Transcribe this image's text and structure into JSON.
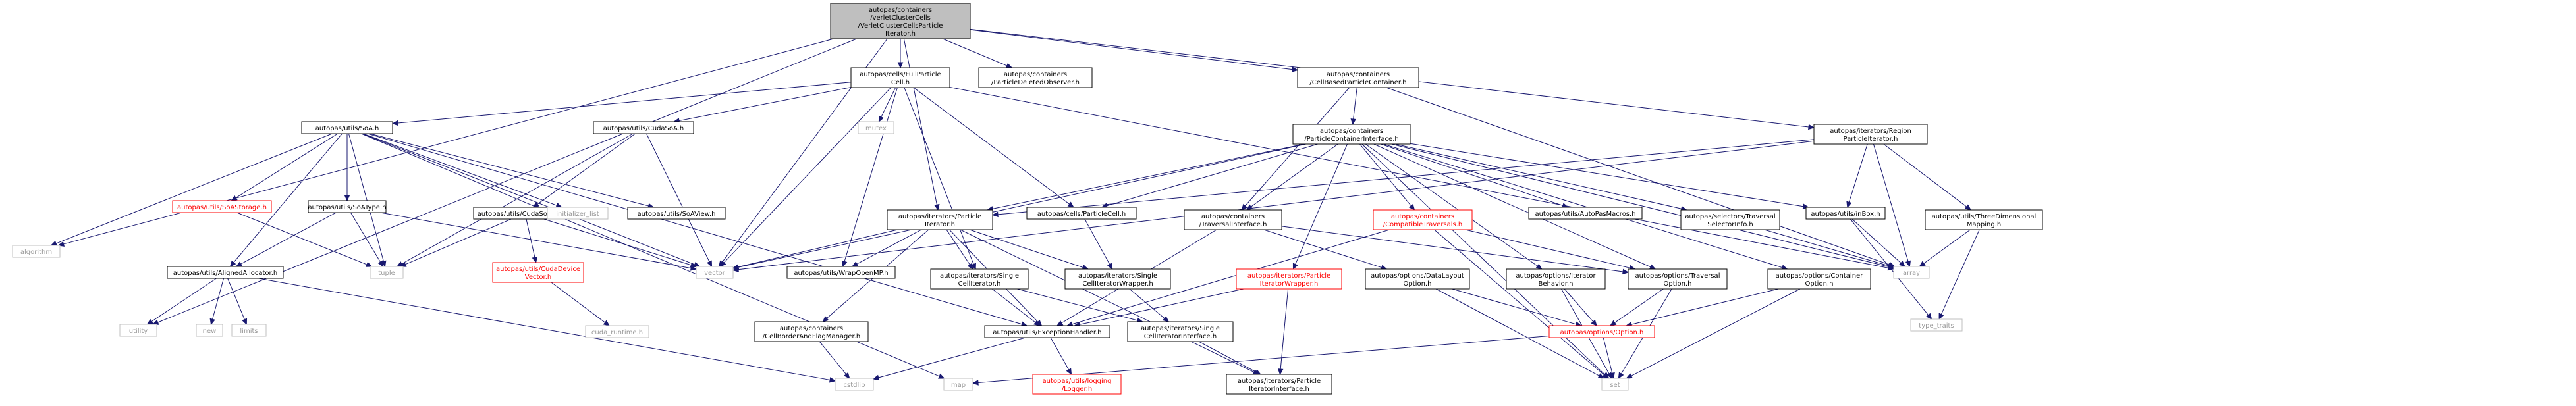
{
  "colors": {
    "edge": "#191970",
    "root_fill": "#bfbfbf",
    "node_fill": "#ffffff",
    "node_stroke": "#000000",
    "undoc_stroke": "#ff0000",
    "undoc_text": "#ff0000",
    "system_stroke": "#bfbfbf",
    "system_text": "#999999"
  },
  "nodes": [
    {
      "id": "root",
      "kind": "root",
      "lines": [
        "autopas/containers",
        "/verletClusterCells",
        "/VerletClusterCellsParticle",
        "Iterator.h"
      ]
    },
    {
      "id": "fullparticlecell",
      "kind": "doc",
      "lines": [
        "autopas/cells/FullParticle",
        "Cell.h"
      ]
    },
    {
      "id": "particledeletedobserver",
      "kind": "doc",
      "lines": [
        "autopas/containers",
        "/ParticleDeletedObserver.h"
      ]
    },
    {
      "id": "cellbased",
      "kind": "doc",
      "lines": [
        "autopas/containers",
        "/CellBasedParticleContainer.h"
      ]
    },
    {
      "id": "soa",
      "kind": "doc",
      "lines": [
        "autopas/utils/SoA.h"
      ]
    },
    {
      "id": "cudasoa",
      "kind": "doc",
      "lines": [
        "autopas/utils/CudaSoA.h"
      ]
    },
    {
      "id": "mutex",
      "kind": "system",
      "lines": [
        "mutex"
      ]
    },
    {
      "id": "pci",
      "kind": "doc",
      "lines": [
        "autopas/containers",
        "/ParticleContainerInterface.h"
      ]
    },
    {
      "id": "region",
      "kind": "doc",
      "lines": [
        "autopas/iterators/Region",
        "ParticleIterator.h"
      ]
    },
    {
      "id": "algorithm",
      "kind": "system",
      "lines": [
        "algorithm"
      ]
    },
    {
      "id": "soastorage",
      "kind": "undoc",
      "lines": [
        "autopas/utils/SoAStorage.h"
      ]
    },
    {
      "id": "soatype",
      "kind": "doc",
      "lines": [
        "autopas/utils/SoAType.h"
      ]
    },
    {
      "id": "cudasoatype",
      "kind": "doc",
      "lines": [
        "autopas/utils/CudaSoAType.h"
      ]
    },
    {
      "id": "init_list",
      "kind": "system",
      "lines": [
        "initializer_list"
      ]
    },
    {
      "id": "soaview",
      "kind": "doc",
      "lines": [
        "autopas/utils/SoAView.h"
      ]
    },
    {
      "id": "particleiterator",
      "kind": "doc",
      "lines": [
        "autopas/iterators/Particle",
        "Iterator.h"
      ]
    },
    {
      "id": "particlecell",
      "kind": "doc",
      "lines": [
        "autopas/cells/ParticleCell.h"
      ]
    },
    {
      "id": "traversalinterface",
      "kind": "doc",
      "lines": [
        "autopas/containers",
        "/TraversalInterface.h"
      ]
    },
    {
      "id": "compatibletraversals",
      "kind": "undoc",
      "lines": [
        "autopas/containers",
        "/CompatibleTraversals.h"
      ]
    },
    {
      "id": "autopasmacros",
      "kind": "doc",
      "lines": [
        "autopas/utils/AutoPasMacros.h"
      ]
    },
    {
      "id": "selectorsinfo",
      "kind": "doc",
      "lines": [
        "autopas/selectors/Traversal",
        "SelectorInfo.h"
      ]
    },
    {
      "id": "inbox",
      "kind": "doc",
      "lines": [
        "autopas/utils/inBox.h"
      ]
    },
    {
      "id": "threedim",
      "kind": "doc",
      "lines": [
        "autopas/utils/ThreeDimensional",
        "Mapping.h"
      ]
    },
    {
      "id": "alignedallocator",
      "kind": "doc",
      "lines": [
        "autopas/utils/AlignedAllocator.h"
      ]
    },
    {
      "id": "tuple",
      "kind": "system",
      "lines": [
        "tuple"
      ]
    },
    {
      "id": "vector",
      "kind": "system",
      "lines": [
        "vector"
      ]
    },
    {
      "id": "cudadevicevector",
      "kind": "undoc",
      "lines": [
        "autopas/utils/CudaDevice",
        "Vector.h"
      ]
    },
    {
      "id": "wrapopenmp",
      "kind": "doc",
      "lines": [
        "autopas/utils/WrapOpenMP.h"
      ]
    },
    {
      "id": "singlecelliterator",
      "kind": "doc",
      "lines": [
        "autopas/iterators/Single",
        "CellIterator.h"
      ]
    },
    {
      "id": "singlecelliteratorwrapper",
      "kind": "doc",
      "lines": [
        "autopas/iterators/Single",
        "CellIteratorWrapper.h"
      ]
    },
    {
      "id": "particleiteratorwrapper",
      "kind": "undoc",
      "lines": [
        "autopas/iterators/Particle",
        "IteratorWrapper.h"
      ]
    },
    {
      "id": "datalayoutoption",
      "kind": "doc",
      "lines": [
        "autopas/options/DataLayout",
        "Option.h"
      ]
    },
    {
      "id": "iteratorbehavior",
      "kind": "doc",
      "lines": [
        "autopas/options/Iterator",
        "Behavior.h"
      ]
    },
    {
      "id": "traversaloption",
      "kind": "doc",
      "lines": [
        "autopas/options/Traversal",
        "Option.h"
      ]
    },
    {
      "id": "containeroption",
      "kind": "doc",
      "lines": [
        "autopas/options/Container",
        "Option.h"
      ]
    },
    {
      "id": "array",
      "kind": "system",
      "lines": [
        "array"
      ]
    },
    {
      "id": "type_traits",
      "kind": "system",
      "lines": [
        "type_traits"
      ]
    },
    {
      "id": "utility",
      "kind": "system",
      "lines": [
        "utility"
      ]
    },
    {
      "id": "new",
      "kind": "system",
      "lines": [
        "new"
      ]
    },
    {
      "id": "limits",
      "kind": "system",
      "lines": [
        "limits"
      ]
    },
    {
      "id": "cellborderflag",
      "kind": "doc",
      "lines": [
        "autopas/containers",
        "/CellBorderAndFlagManager.h"
      ]
    },
    {
      "id": "cuda_runtime",
      "kind": "system",
      "lines": [
        "cuda_runtime.h"
      ]
    },
    {
      "id": "exceptionhandler",
      "kind": "doc",
      "lines": [
        "autopas/utils/ExceptionHandler.h"
      ]
    },
    {
      "id": "singlecelliteratorinterface",
      "kind": "doc",
      "lines": [
        "autopas/iterators/Single",
        "CellIteratorInterface.h"
      ]
    },
    {
      "id": "option",
      "kind": "undoc",
      "lines": [
        "autopas/options/Option.h"
      ]
    },
    {
      "id": "cstdlib",
      "kind": "system",
      "lines": [
        "cstdlib"
      ]
    },
    {
      "id": "logger",
      "kind": "undoc",
      "lines": [
        "autopas/utils/logging",
        "/Logger.h"
      ]
    },
    {
      "id": "particleiteratorinterface",
      "kind": "doc",
      "lines": [
        "autopas/iterators/Particle",
        "IteratorInterface.h"
      ]
    },
    {
      "id": "map",
      "kind": "system",
      "lines": [
        "map"
      ]
    },
    {
      "id": "set",
      "kind": "system",
      "lines": [
        "set"
      ]
    }
  ],
  "edges": [
    [
      "root",
      "fullparticlecell"
    ],
    [
      "root",
      "particledeletedobserver"
    ],
    [
      "root",
      "cellbased"
    ],
    [
      "root",
      "region"
    ],
    [
      "root",
      "particleiterator"
    ],
    [
      "root",
      "vector"
    ],
    [
      "root",
      "utility"
    ],
    [
      "root",
      "algorithm"
    ],
    [
      "fullparticlecell",
      "soa"
    ],
    [
      "fullparticlecell",
      "cudasoa"
    ],
    [
      "fullparticlecell",
      "mutex"
    ],
    [
      "fullparticlecell",
      "particlecell"
    ],
    [
      "fullparticlecell",
      "singlecelliterator"
    ],
    [
      "fullparticlecell",
      "wrapopenmp"
    ],
    [
      "fullparticlecell",
      "vector"
    ],
    [
      "fullparticlecell",
      "array"
    ],
    [
      "cellbased",
      "pci"
    ],
    [
      "cellbased",
      "traversalinterface"
    ],
    [
      "cellbased",
      "array"
    ],
    [
      "soa",
      "algorithm"
    ],
    [
      "soa",
      "soastorage"
    ],
    [
      "soa",
      "soatype"
    ],
    [
      "soa",
      "init_list"
    ],
    [
      "soa",
      "soaview"
    ],
    [
      "soa",
      "alignedallocator"
    ],
    [
      "soa",
      "tuple"
    ],
    [
      "soa",
      "vector"
    ],
    [
      "soa",
      "map"
    ],
    [
      "soa",
      "exceptionhandler"
    ],
    [
      "cudasoa",
      "cudasoatype"
    ],
    [
      "cudasoa",
      "tuple"
    ],
    [
      "cudasoa",
      "vector"
    ],
    [
      "soastorage",
      "tuple"
    ],
    [
      "soatype",
      "alignedallocator"
    ],
    [
      "soatype",
      "tuple"
    ],
    [
      "soatype",
      "vector"
    ],
    [
      "cudasoatype",
      "cudadevicevector"
    ],
    [
      "cudasoatype",
      "tuple"
    ],
    [
      "cudasoatype",
      "vector"
    ],
    [
      "cudadevicevector",
      "cuda_runtime"
    ],
    [
      "alignedallocator",
      "utility"
    ],
    [
      "alignedallocator",
      "new"
    ],
    [
      "alignedallocator",
      "limits"
    ],
    [
      "alignedallocator",
      "cstdlib"
    ],
    [
      "pci",
      "particleiterator"
    ],
    [
      "pci",
      "particlecell"
    ],
    [
      "pci",
      "traversalinterface"
    ],
    [
      "pci",
      "compatibletraversals"
    ],
    [
      "pci",
      "autopasmacros"
    ],
    [
      "pci",
      "selectorsinfo"
    ],
    [
      "pci",
      "inbox"
    ],
    [
      "pci",
      "particleiteratorwrapper"
    ],
    [
      "pci",
      "iteratorbehavior"
    ],
    [
      "pci",
      "traversaloption"
    ],
    [
      "pci",
      "containeroption"
    ],
    [
      "pci",
      "array"
    ],
    [
      "pci",
      "set"
    ],
    [
      "pci",
      "vector"
    ],
    [
      "region",
      "particleiterator"
    ],
    [
      "region",
      "inbox"
    ],
    [
      "region",
      "threedim"
    ],
    [
      "region",
      "array"
    ],
    [
      "region",
      "vector"
    ],
    [
      "threedim",
      "array"
    ],
    [
      "threedim",
      "type_traits"
    ],
    [
      "inbox",
      "array"
    ],
    [
      "inbox",
      "type_traits"
    ],
    [
      "particleiterator",
      "cellborderflag"
    ],
    [
      "particleiterator",
      "singlecelliterator"
    ],
    [
      "particleiterator",
      "singlecelliteratorwrapper"
    ],
    [
      "particleiterator",
      "particleiteratorinterface"
    ],
    [
      "particleiterator",
      "wrapopenmp"
    ],
    [
      "particleiterator",
      "exceptionhandler"
    ],
    [
      "particleiterator",
      "vector"
    ],
    [
      "particlecell",
      "singlecelliteratorwrapper"
    ],
    [
      "singlecelliterator",
      "singlecelliteratorinterface"
    ],
    [
      "singlecelliterator",
      "exceptionhandler"
    ],
    [
      "singlecelliteratorwrapper",
      "singlecelliteratorinterface"
    ],
    [
      "singlecelliteratorinterface",
      "particleiteratorinterface"
    ],
    [
      "particleiteratorwrapper",
      "particleiteratorinterface"
    ],
    [
      "particleiteratorwrapper",
      "exceptionhandler"
    ],
    [
      "traversalinterface",
      "datalayoutoption"
    ],
    [
      "traversalinterface",
      "traversaloption"
    ],
    [
      "traversalinterface",
      "exceptionhandler"
    ],
    [
      "compatibletraversals",
      "traversaloption"
    ],
    [
      "compatibletraversals",
      "exceptionhandler"
    ],
    [
      "compatibletraversals",
      "set"
    ],
    [
      "selectorsinfo",
      "array"
    ],
    [
      "datalayoutoption",
      "option"
    ],
    [
      "datalayoutoption",
      "set"
    ],
    [
      "iteratorbehavior",
      "option"
    ],
    [
      "iteratorbehavior",
      "set"
    ],
    [
      "traversaloption",
      "option"
    ],
    [
      "traversaloption",
      "set"
    ],
    [
      "containeroption",
      "option"
    ],
    [
      "containeroption",
      "set"
    ],
    [
      "option",
      "map"
    ],
    [
      "option",
      "set"
    ],
    [
      "exceptionhandler",
      "cstdlib"
    ],
    [
      "exceptionhandler",
      "logger"
    ],
    [
      "cellborderflag",
      "cstdlib"
    ]
  ]
}
